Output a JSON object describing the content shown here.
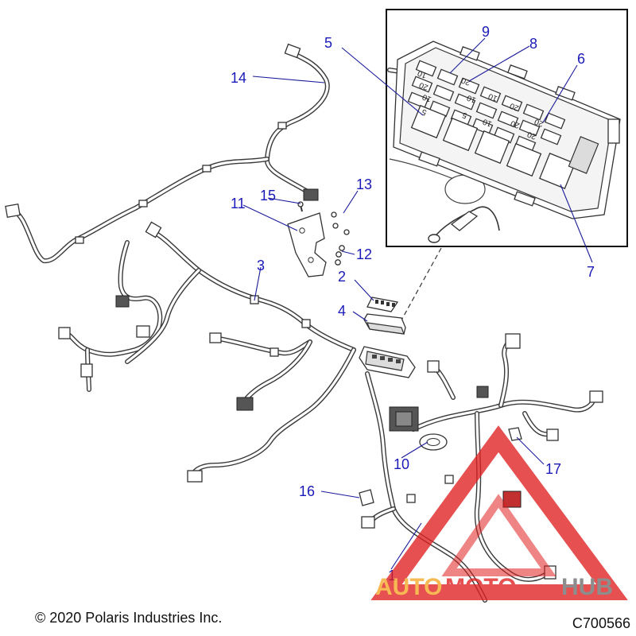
{
  "callouts": [
    {
      "id": "1",
      "label": "1"
    },
    {
      "id": "2",
      "label": "2"
    },
    {
      "id": "3",
      "label": "3"
    },
    {
      "id": "4",
      "label": "4"
    },
    {
      "id": "5",
      "label": "5"
    },
    {
      "id": "6",
      "label": "6"
    },
    {
      "id": "7",
      "label": "7"
    },
    {
      "id": "8",
      "label": "8"
    },
    {
      "id": "9",
      "label": "9"
    },
    {
      "id": "10",
      "label": "10"
    },
    {
      "id": "11",
      "label": "11"
    },
    {
      "id": "12",
      "label": "12"
    },
    {
      "id": "13",
      "label": "13"
    },
    {
      "id": "14",
      "label": "14"
    },
    {
      "id": "15",
      "label": "15"
    },
    {
      "id": "16",
      "label": "16"
    },
    {
      "id": "17",
      "label": "17"
    }
  ],
  "fuse_box_labels": {
    "ten": "10",
    "twenty": "20",
    "five": "5"
  },
  "footer": {
    "copyright": "© 2020 Polaris Industries Inc.",
    "part_code": "C700566"
  },
  "watermark": {
    "word_left": "AUTO",
    "word_mid": "MOTO",
    "word_right": "HUB",
    "orange": "#f5a623",
    "red": "#e02020",
    "grey": "#6e6e6e"
  },
  "colors": {
    "callout": "#1a1ab8",
    "line_art": "#333333"
  }
}
